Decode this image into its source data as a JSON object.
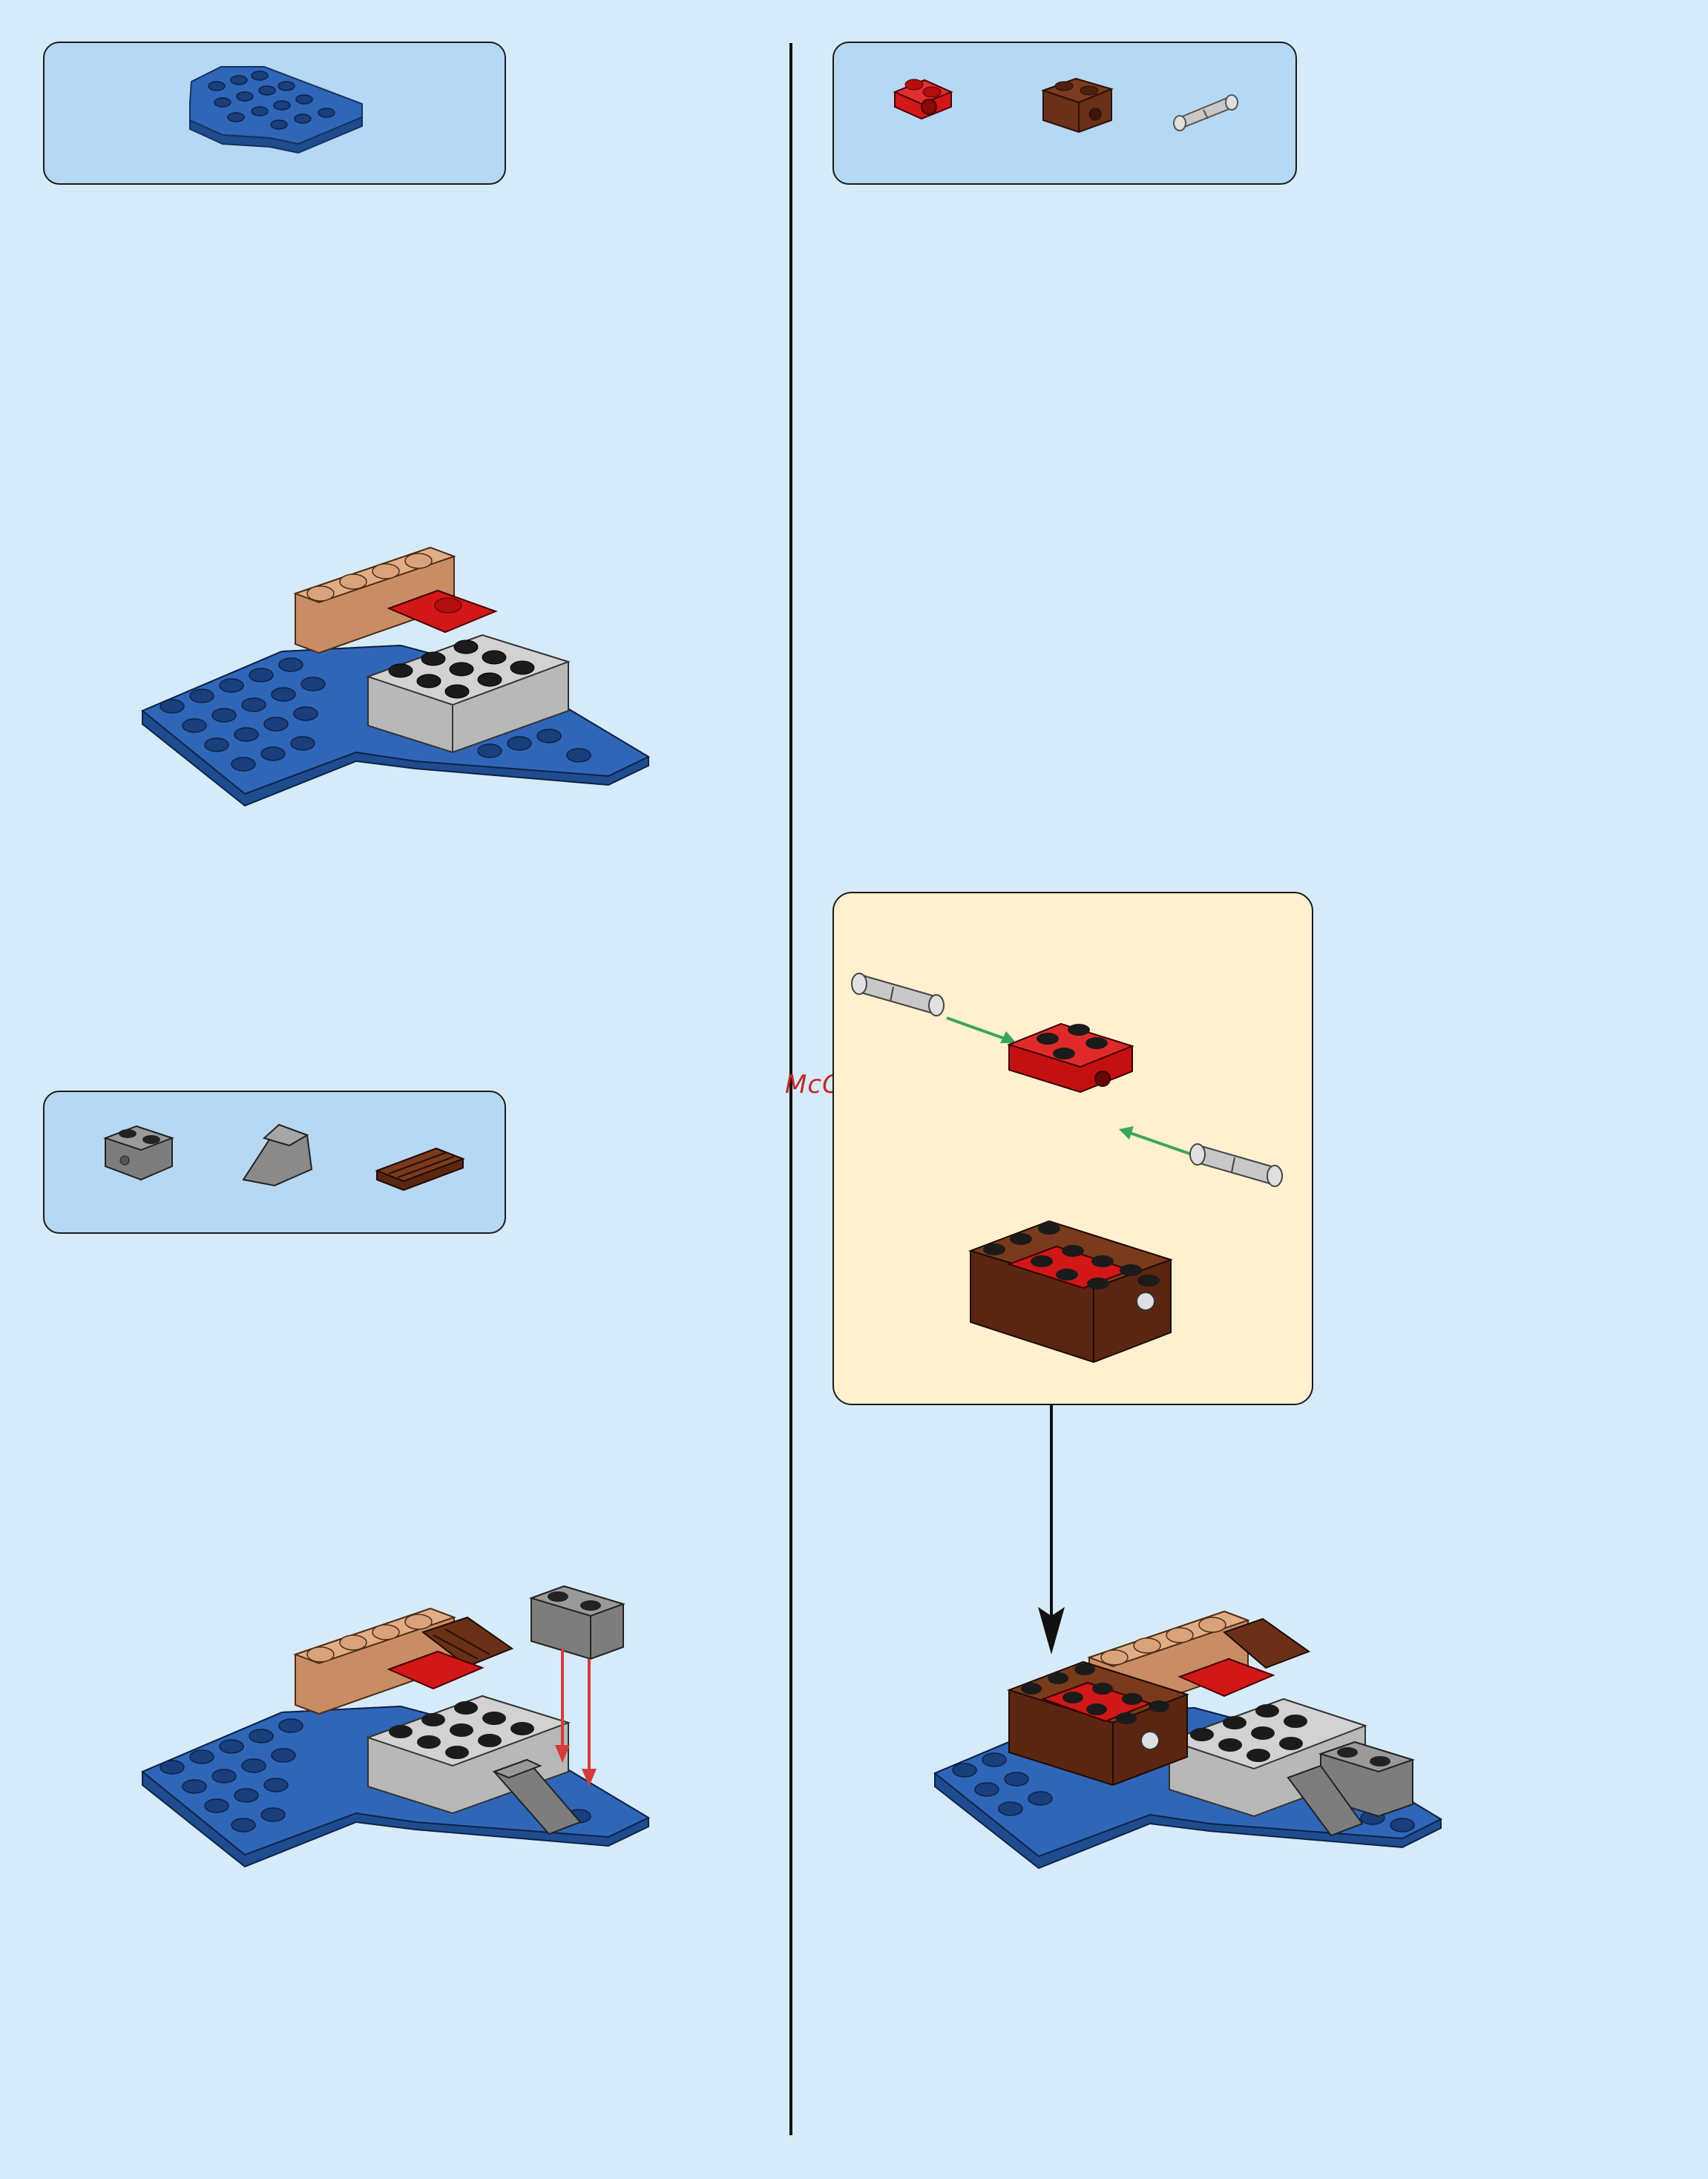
{
  "watermark": "McGrp.Ru",
  "colors": {
    "page_background": "#d6ebf9",
    "parts_box": "#b6d8f3",
    "sub_assembly_box": "#fff0cf",
    "blue_plate": "#2f66b8",
    "tan_bricks": "#d9a27a",
    "red": "#d11717",
    "light_gray": "#c5c5c5",
    "dark_gray": "#8a8a8a",
    "brown": "#6a3018",
    "arrow_red": "#d63a3a",
    "arrow_green": "#3aa55a"
  },
  "steps": [
    {
      "id": "step-a",
      "parts": [
        "blue-wedge-plate"
      ]
    },
    {
      "id": "step-b",
      "parts": [
        "red-plate-with-pin-hole",
        "brown-technic-brick",
        "light-gray-pin"
      ]
    },
    {
      "id": "step-c",
      "parts": [
        "dark-gray-technic-brick",
        "dark-gray-slope",
        "brown-grille-tile"
      ]
    },
    {
      "id": "step-d",
      "parts": []
    }
  ]
}
